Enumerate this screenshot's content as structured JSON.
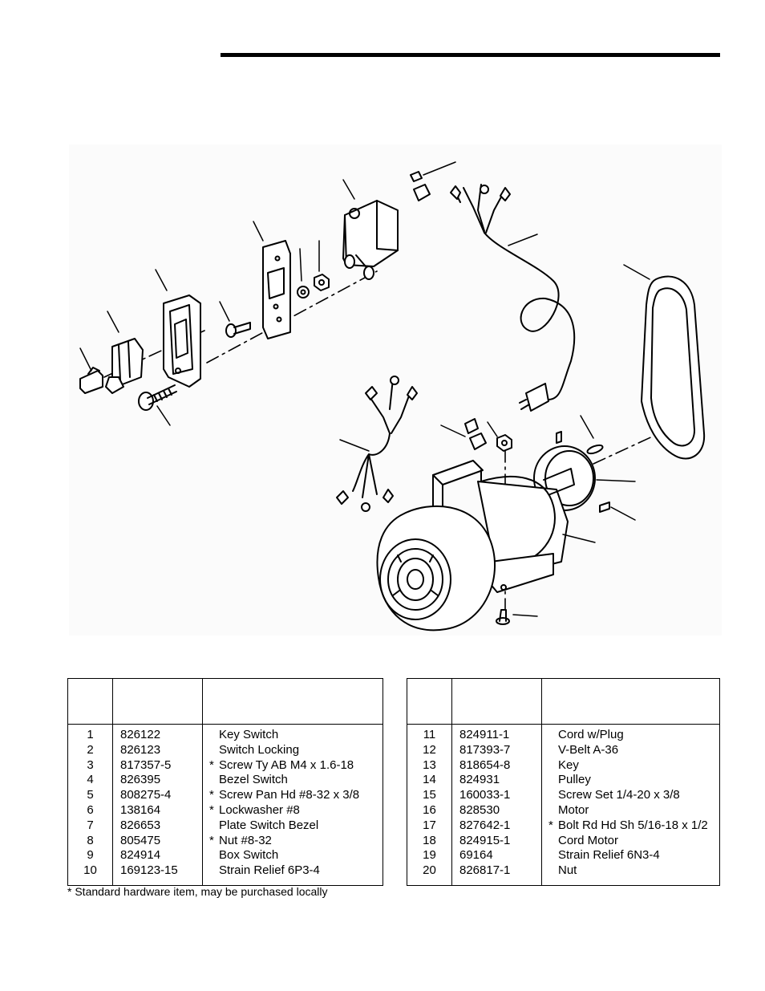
{
  "footnote": "* Standard hardware item, may be purchased locally",
  "parts_left": [
    {
      "no": "1",
      "part": "826122",
      "std": "",
      "desc": "Key Switch"
    },
    {
      "no": "2",
      "part": "826123",
      "std": "",
      "desc": "Switch Locking"
    },
    {
      "no": "3",
      "part": "817357-5",
      "std": "*",
      "desc": "Screw Ty AB M4 x 1.6-18"
    },
    {
      "no": "4",
      "part": "826395",
      "std": "",
      "desc": "Bezel Switch"
    },
    {
      "no": "5",
      "part": "808275-4",
      "std": "*",
      "desc": "Screw Pan Hd #8-32 x 3/8"
    },
    {
      "no": "6",
      "part": "138164",
      "std": "*",
      "desc": "Lockwasher #8"
    },
    {
      "no": "7",
      "part": "826653",
      "std": "",
      "desc": "Plate Switch Bezel"
    },
    {
      "no": "8",
      "part": "805475",
      "std": "*",
      "desc": "Nut #8-32"
    },
    {
      "no": "9",
      "part": "824914",
      "std": "",
      "desc": "Box Switch"
    },
    {
      "no": "10",
      "part": "169123-15",
      "std": "",
      "desc": "Strain Relief 6P3-4"
    }
  ],
  "parts_right": [
    {
      "no": "11",
      "part": "824911-1",
      "std": "",
      "desc": "Cord w/Plug"
    },
    {
      "no": "12",
      "part": "817393-7",
      "std": "",
      "desc": "V-Belt A-36"
    },
    {
      "no": "13",
      "part": "818654-8",
      "std": "",
      "desc": "Key"
    },
    {
      "no": "14",
      "part": "824931",
      "std": "",
      "desc": "Pulley"
    },
    {
      "no": "15",
      "part": "160033-1",
      "std": "",
      "desc": "Screw Set 1/4-20 x 3/8"
    },
    {
      "no": "16",
      "part": "828530",
      "std": "",
      "desc": "Motor"
    },
    {
      "no": "17",
      "part": "827642-1",
      "std": "*",
      "desc": "Bolt Rd Hd Sh 5/16-18 x 1/2"
    },
    {
      "no": "18",
      "part": "824915-1",
      "std": "",
      "desc": "Cord Motor"
    },
    {
      "no": "19",
      "part": "69164",
      "std": "",
      "desc": "Strain Relief 6N3-4"
    },
    {
      "no": "20",
      "part": "826817-1",
      "std": "",
      "desc": "Nut"
    }
  ]
}
